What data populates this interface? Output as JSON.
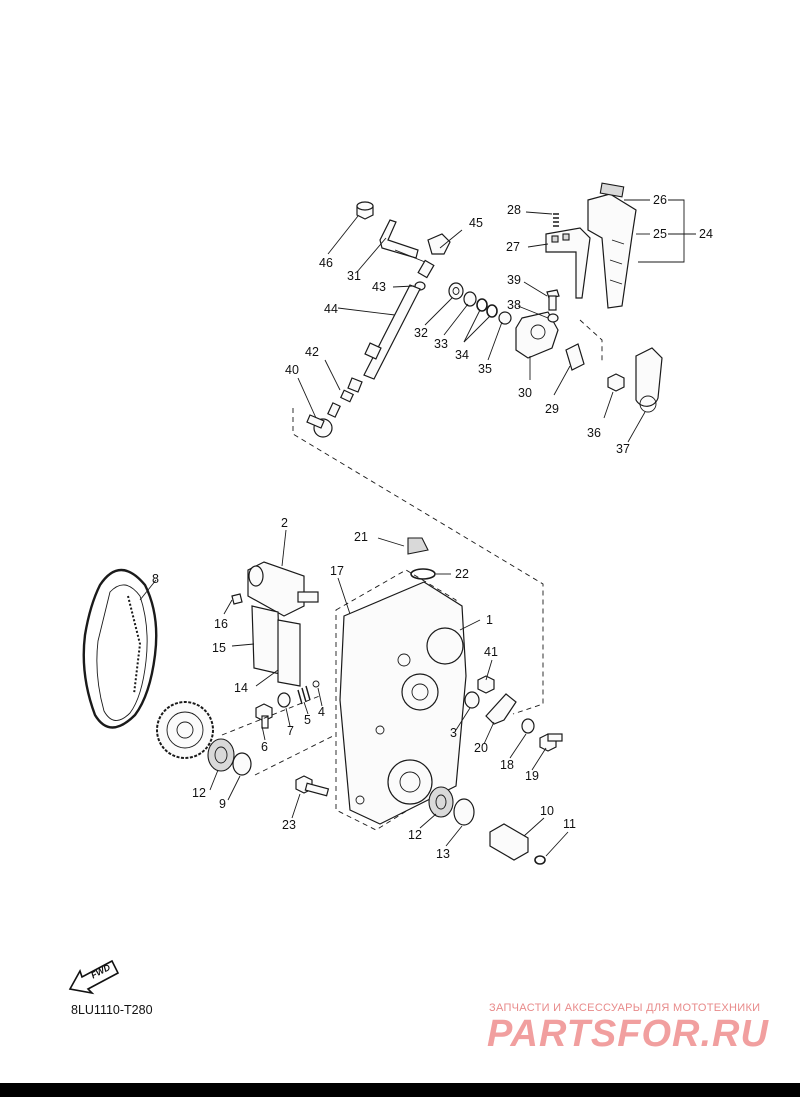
{
  "diagram": {
    "reference_code": "8LU1110-T280",
    "fwd_label": "FWD",
    "callouts": [
      "1",
      "2",
      "3",
      "4",
      "5",
      "6",
      "7",
      "8",
      "9",
      "10",
      "11",
      "12",
      "12",
      "13",
      "14",
      "15",
      "16",
      "17",
      "18",
      "19",
      "20",
      "21",
      "22",
      "23",
      "24",
      "25",
      "26",
      "27",
      "28",
      "29",
      "30",
      "31",
      "32",
      "33",
      "34",
      "35",
      "36",
      "37",
      "38",
      "39",
      "40",
      "41",
      "42",
      "43",
      "44",
      "45",
      "46"
    ]
  },
  "watermark": {
    "tagline": "ЗАПЧАСТИ И АКСЕССУАРЫ ДЛЯ МОТОТЕХНИКИ",
    "brand": "PARTSFOR.RU"
  }
}
